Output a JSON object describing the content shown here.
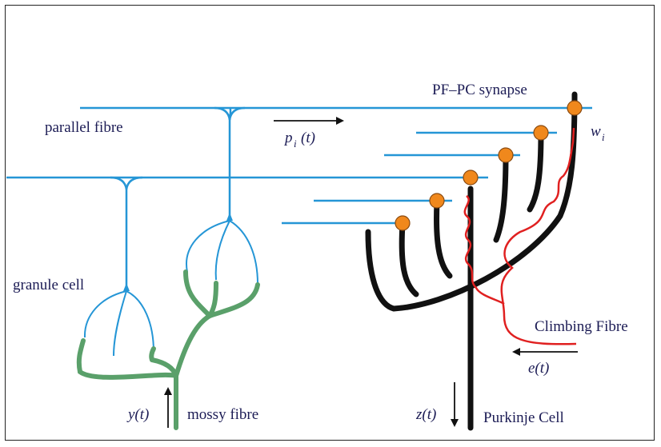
{
  "labels": {
    "pf_pc_synapse": "PF–PC synapse",
    "parallel_fibre": "parallel fibre",
    "granule_cell": "granule cell",
    "mossy_fibre": "mossy fibre",
    "climbing_fibre": "Climbing Fibre",
    "purkinje_cell": "Purkinje Cell",
    "p_i": "p",
    "p_i_sub": "i",
    "p_i_arg": "(t)",
    "w_i": "w",
    "w_i_sub": "i",
    "e_t": "e(t)",
    "y_t": "y(t)",
    "z_t": "z(t)"
  },
  "colors": {
    "parallel_fibre": "#2596d6",
    "mossy_fibre": "#5aa06a",
    "purkinje": "#111111",
    "climbing_fibre": "#e02020",
    "synapse": "#f0881c"
  }
}
